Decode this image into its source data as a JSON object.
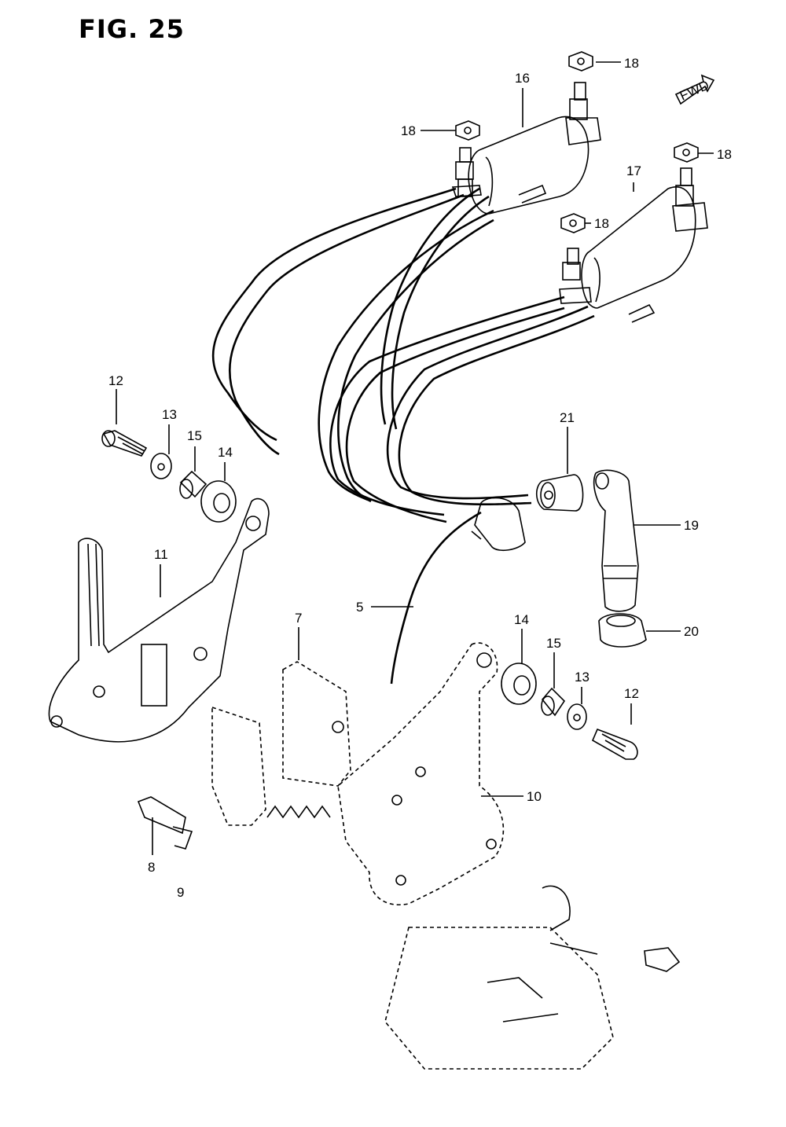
{
  "figure": {
    "title": "FIG. 25",
    "fwd_label": "FWD"
  },
  "callouts": [
    {
      "part": "16",
      "text": "16"
    },
    {
      "part": "17",
      "text": "17"
    },
    {
      "part": "18a",
      "text": "18"
    },
    {
      "part": "18b",
      "text": "18"
    },
    {
      "part": "18c",
      "text": "18"
    },
    {
      "part": "18d",
      "text": "18"
    },
    {
      "part": "12a",
      "text": "12"
    },
    {
      "part": "13a",
      "text": "13"
    },
    {
      "part": "15a",
      "text": "15"
    },
    {
      "part": "14a",
      "text": "14"
    },
    {
      "part": "11",
      "text": "11"
    },
    {
      "part": "21",
      "text": "21"
    },
    {
      "part": "19",
      "text": "19"
    },
    {
      "part": "20",
      "text": "20"
    },
    {
      "part": "5",
      "text": "5"
    },
    {
      "part": "7",
      "text": "7"
    },
    {
      "part": "14b",
      "text": "14"
    },
    {
      "part": "15b",
      "text": "15"
    },
    {
      "part": "13b",
      "text": "13"
    },
    {
      "part": "12b",
      "text": "12"
    },
    {
      "part": "10",
      "text": "10"
    },
    {
      "part": "8",
      "text": "8"
    },
    {
      "part": "9",
      "text": "9"
    }
  ]
}
